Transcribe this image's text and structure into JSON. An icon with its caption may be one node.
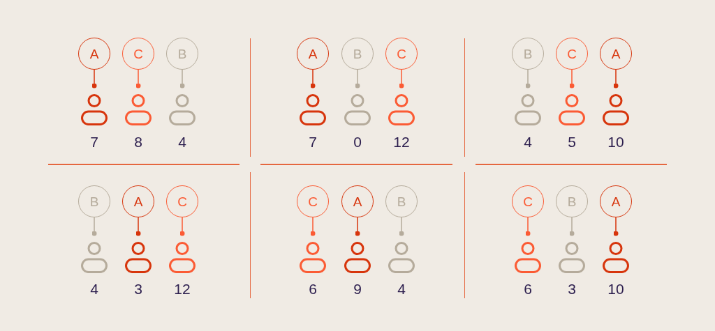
{
  "diagram": {
    "nodes": [
      {
        "text": [
          "A"
        ]
      },
      {
        "text": [
          "C"
        ]
      },
      {
        "text": [
          "B"
        ]
      },
      {
        "text": [],
        "shape": "person",
        "beside": [
          "7"
        ]
      },
      {
        "text": [],
        "shape": "person",
        "beside": [
          "8"
        ]
      },
      {
        "text": [],
        "shape": "person",
        "beside": [
          "4"
        ]
      },
      {
        "text": [
          "A"
        ]
      },
      {
        "text": [
          "B"
        ]
      },
      {
        "text": [
          "C"
        ]
      },
      {
        "text": [],
        "shape": "person",
        "beside": [
          "7"
        ]
      },
      {
        "text": [],
        "shape": "person",
        "beside": [
          "0"
        ]
      },
      {
        "text": [],
        "shape": "person",
        "beside": [
          "12"
        ]
      },
      {
        "text": [
          "B"
        ]
      },
      {
        "text": [
          "C"
        ]
      },
      {
        "text": [
          "A"
        ]
      },
      {
        "text": [],
        "shape": "person",
        "beside": [
          "4"
        ]
      },
      {
        "text": [],
        "shape": "person",
        "beside": [
          "5"
        ]
      },
      {
        "text": [],
        "shape": "person",
        "beside": [
          "10"
        ]
      },
      {
        "text": [
          "B"
        ]
      },
      {
        "text": [
          "A"
        ]
      },
      {
        "text": [
          "C"
        ]
      },
      {
        "text": [],
        "shape": "person",
        "beside": [
          "4"
        ]
      },
      {
        "text": [],
        "shape": "person",
        "beside": [
          "3"
        ]
      },
      {
        "text": [],
        "shape": "person",
        "beside": [
          "12"
        ]
      },
      {
        "text": [
          "C"
        ]
      },
      {
        "text": [
          "A"
        ]
      },
      {
        "text": [
          "B"
        ]
      },
      {
        "text": [],
        "shape": "person",
        "beside": [
          "6"
        ]
      },
      {
        "text": [],
        "shape": "person",
        "beside": [
          "9"
        ]
      },
      {
        "text": [],
        "shape": "person",
        "beside": [
          "4"
        ]
      },
      {
        "text": [
          "C"
        ]
      },
      {
        "text": [
          "B"
        ]
      },
      {
        "text": [
          "A"
        ]
      },
      {
        "text": [],
        "shape": "person",
        "beside": [
          "6"
        ]
      },
      {
        "text": [],
        "shape": "person",
        "beside": [
          "3"
        ]
      },
      {
        "text": [],
        "shape": "person",
        "beside": [
          "10"
        ]
      }
    ],
    "edges": [
      {
        "from": 0,
        "to": 3,
        "arrow": "other"
      },
      {
        "from": 1,
        "to": 4,
        "arrow": "other",
        "color": "#fb5b34"
      },
      {
        "from": 2,
        "to": 5,
        "arrow": "other",
        "color": "#b5ab9b"
      },
      {
        "from": 6,
        "to": 9,
        "arrow": "other"
      },
      {
        "from": 7,
        "to": 10,
        "arrow": "other",
        "color": "#b5ab9b"
      },
      {
        "from": 8,
        "to": 11,
        "arrow": "other",
        "color": "#fb5b34"
      },
      {
        "from": 12,
        "to": 15,
        "arrow": "other",
        "color": "#b5ab9b"
      },
      {
        "from": 13,
        "to": 16,
        "arrow": "other",
        "color": "#fb5b34"
      },
      {
        "from": 14,
        "to": 17,
        "arrow": "other"
      },
      {
        "from": 18,
        "to": 21,
        "arrow": "other",
        "color": "#b5ab9b"
      },
      {
        "from": 19,
        "to": 22,
        "arrow": "other"
      },
      {
        "from": 20,
        "to": 23,
        "arrow": "other",
        "color": "#fb5b34"
      },
      {
        "from": 24,
        "to": 27,
        "arrow": "other",
        "color": "#fb5b34"
      },
      {
        "from": 25,
        "to": 28,
        "arrow": "other"
      },
      {
        "from": 26,
        "to": 29,
        "arrow": "other",
        "color": "#b5ab9b"
      },
      {
        "from": 30,
        "to": 33,
        "arrow": "other",
        "color": "#fb5b34"
      },
      {
        "from": 31,
        "to": 34,
        "arrow": "other",
        "color": "#b5ab9b"
      },
      {
        "from": 32,
        "to": 35,
        "arrow": "other"
      }
    ]
  }
}
